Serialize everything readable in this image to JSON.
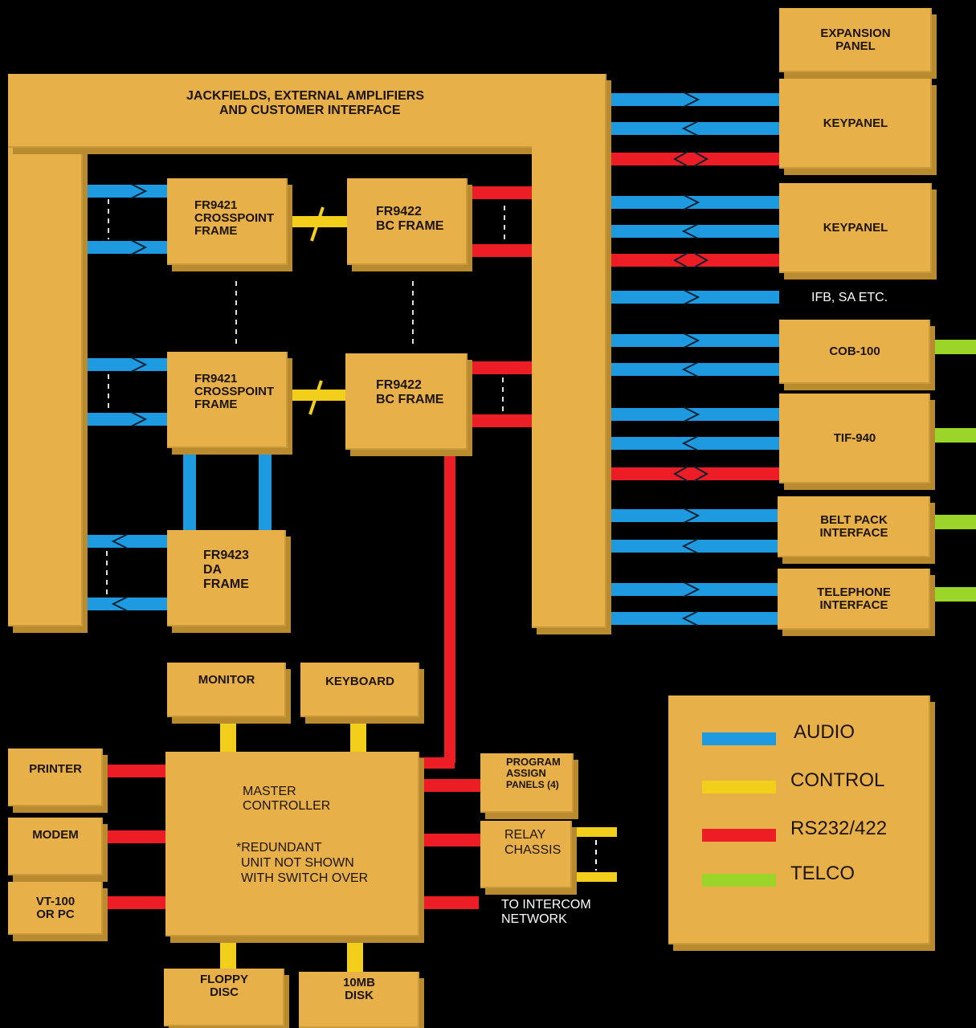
{
  "colors": {
    "audio": "#1e9be0",
    "control": "#f2cf1a",
    "rs232": "#ec1d24",
    "telco": "#9bd52a",
    "box": "#e8b048"
  },
  "blocks": {
    "jackfields": [
      "JACKFIELDS, EXTERNAL AMPLIFIERS",
      "AND CUSTOMER INTERFACE"
    ],
    "crosspoint_1": [
      "FR9421",
      "CROSSPOINT",
      "FRAME"
    ],
    "bc_frame_1": [
      "FR9422",
      "BC FRAME"
    ],
    "crosspoint_2": [
      "FR9421",
      "CROSSPOINT",
      "FRAME"
    ],
    "bc_frame_2": [
      "FR9422",
      "BC FRAME"
    ],
    "da_frame": [
      "FR9423",
      "DA",
      "FRAME"
    ],
    "expansion_panel": [
      "EXPANSION",
      "PANEL"
    ],
    "keypanel_1": "KEYPANEL",
    "keypanel_2": "KEYPANEL",
    "ifb_label": "IFB, SA ETC.",
    "cob": "COB-100",
    "tif": "TIF-940",
    "belt_pack": [
      "BELT PACK",
      "INTERFACE"
    ],
    "telephone": [
      "TELEPHONE",
      "INTERFACE"
    ],
    "monitor": "MONITOR",
    "keyboard": "KEYBOARD",
    "printer": "PRINTER",
    "modem": "MODEM",
    "vt100": [
      "VT-100",
      "OR PC"
    ],
    "master_controller": [
      "MASTER",
      "CONTROLLER"
    ],
    "redundant_note": [
      "*REDUNDANT",
      "UNIT NOT SHOWN",
      "WITH SWITCH OVER"
    ],
    "program_assign": [
      "PROGRAM",
      "ASSIGN",
      "PANELS (4)"
    ],
    "relay_chassis": [
      "RELAY",
      "CHASSIS"
    ],
    "intercom": [
      "TO INTERCOM",
      "NETWORK"
    ],
    "floppy": [
      "FLOPPY",
      "DISC"
    ],
    "disk": [
      "10MB",
      "DISK"
    ]
  },
  "legend": {
    "audio": "AUDIO",
    "control": "CONTROL",
    "rs232": "RS232/422",
    "telco": "TELCO"
  }
}
